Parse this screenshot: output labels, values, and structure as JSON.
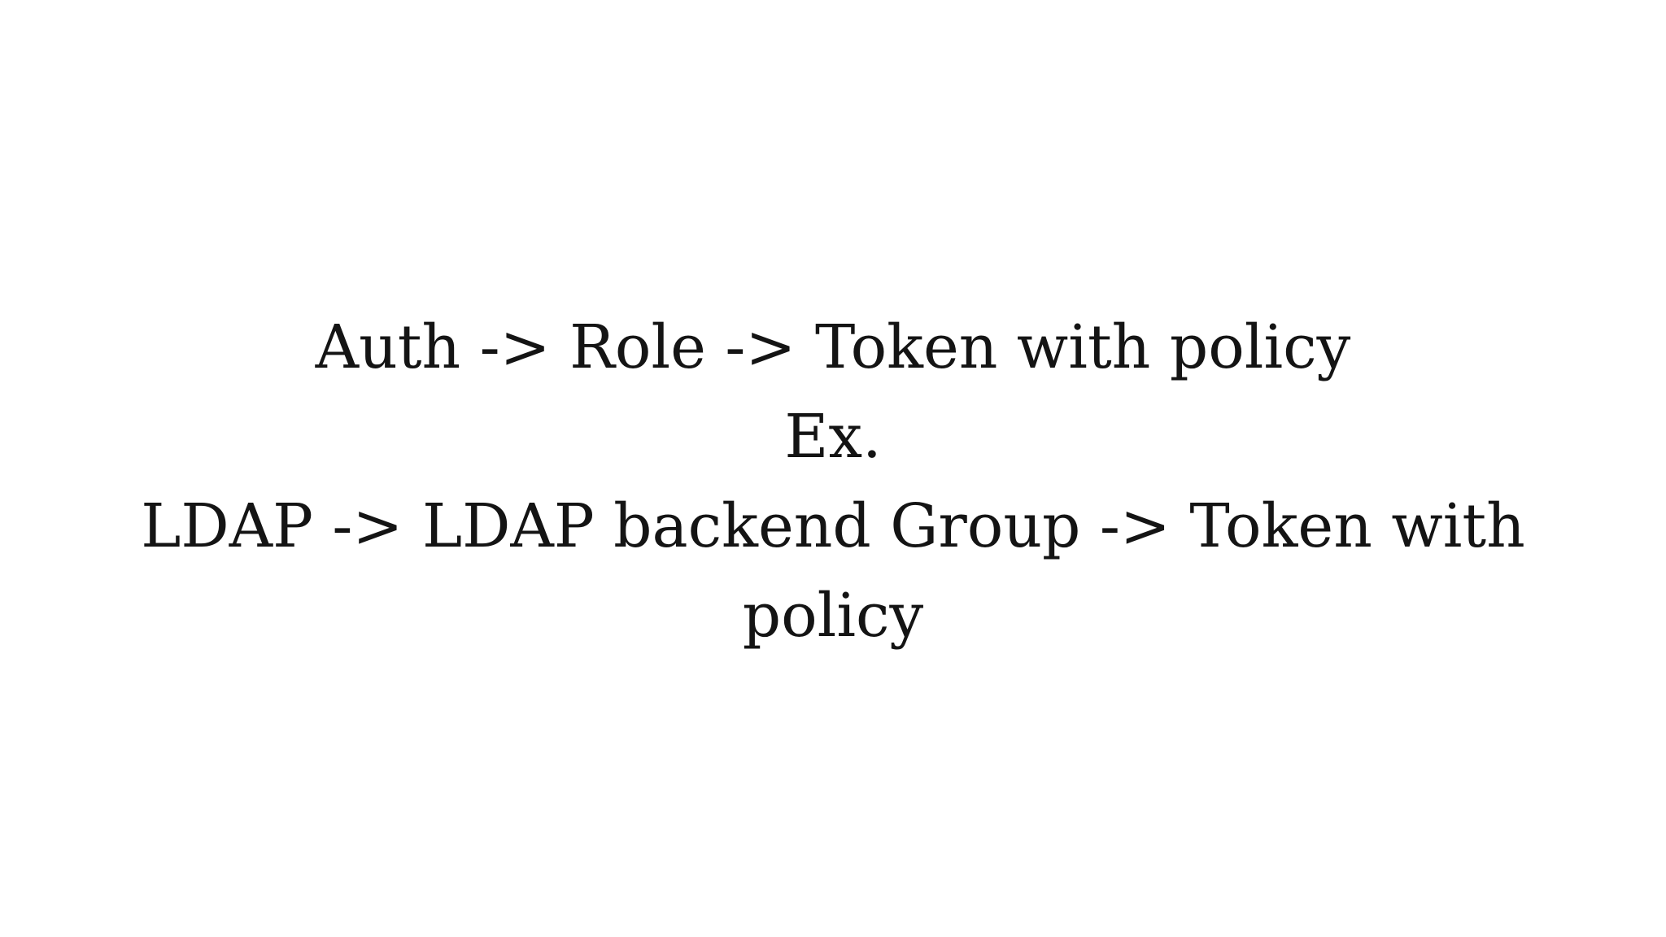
{
  "slide": {
    "background": "#ffffff",
    "text_color": "#141414",
    "content": "Auth -> Role -> Token with policy Ex. LDAP -> LDAP backend Group -> Token with policy",
    "lines": [
      "Auth -> Role -> Token with policy",
      "Ex.",
      "LDAP -> LDAP backend Group -> Token with",
      "policy"
    ]
  }
}
